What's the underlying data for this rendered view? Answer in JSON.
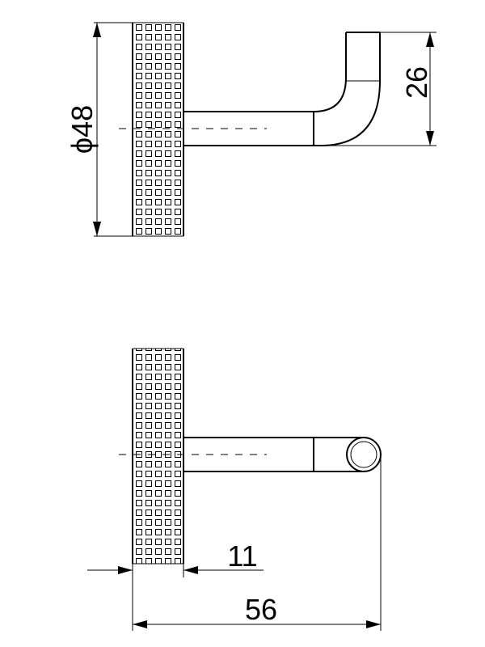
{
  "dimensions": {
    "diameter": {
      "label": "ϕ48"
    },
    "hook_height": {
      "label": "26"
    },
    "rosette_thickness": {
      "label": "11"
    },
    "projection": {
      "label": "56"
    }
  }
}
